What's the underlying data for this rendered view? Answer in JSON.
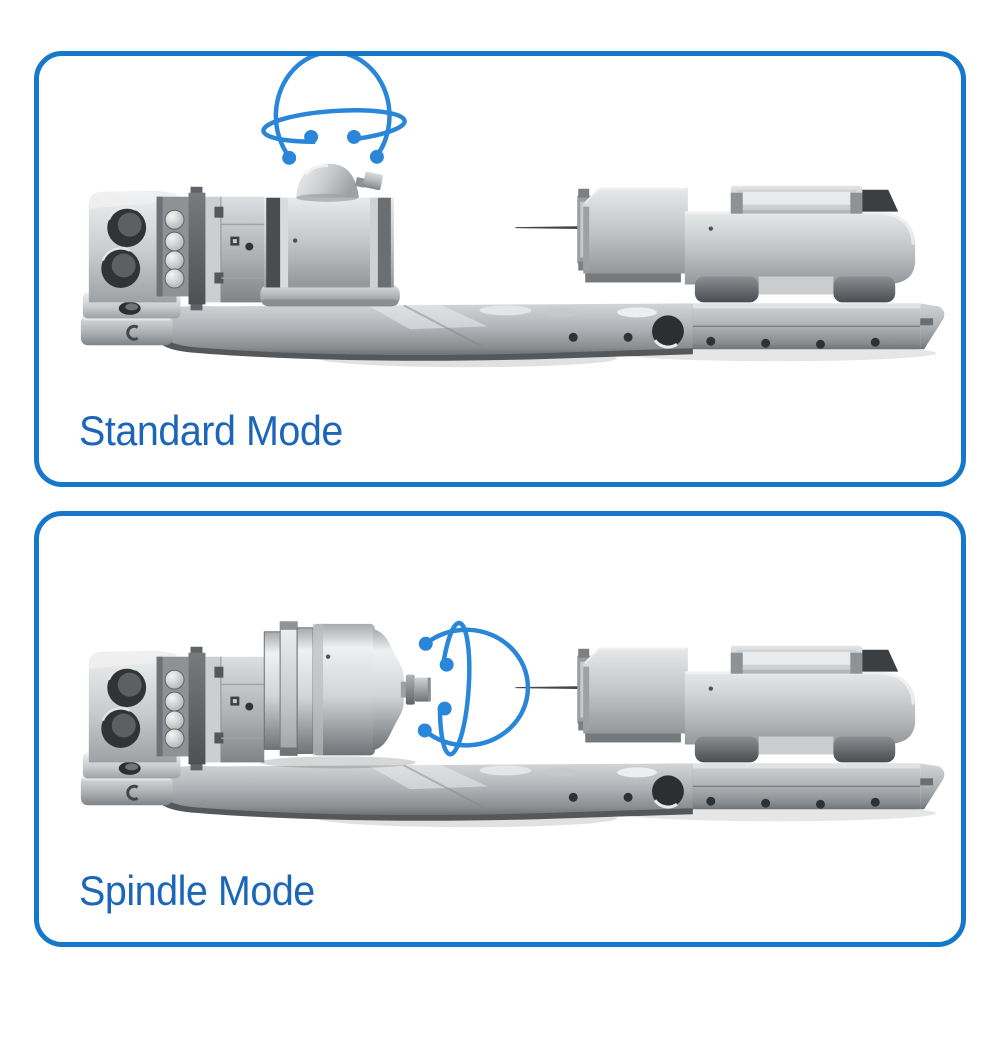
{
  "page": {
    "background": "#ffffff"
  },
  "accent": {
    "panel_border_blue": "#1678cb",
    "label_blue": "#1b66b8",
    "icon_blue": "#2a86d8"
  },
  "panels": [
    {
      "label": "Standard Mode",
      "illustration": "metrology-probe-arm-standard-orientation",
      "rotation_icon": "orbit-rotation-horizontal-icon"
    },
    {
      "label": "Spindle Mode",
      "illustration": "metrology-probe-arm-spindle-orientation",
      "rotation_icon": "orbit-rotation-vertical-icon"
    }
  ]
}
